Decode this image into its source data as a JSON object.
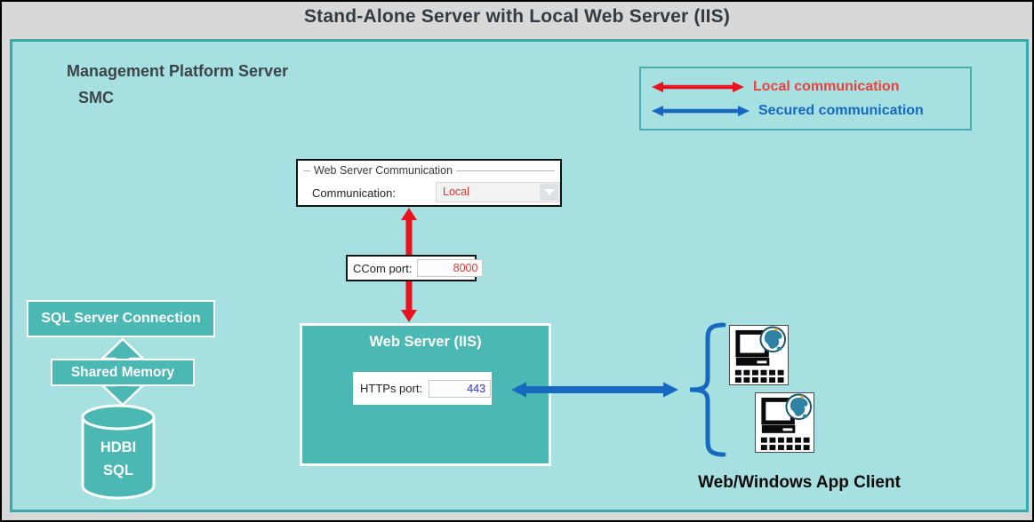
{
  "title": "Stand-Alone Server with Local Web Server (IIS)",
  "platform": {
    "name": "Management Platform Server",
    "subname": "SMC"
  },
  "legend": {
    "local_label": "Local communication",
    "secured_label": "Secured communication"
  },
  "web_server_communication": {
    "group_label": "Web Server Communication",
    "communication_label": "Communication:",
    "communication_value": "Local"
  },
  "ccom": {
    "label": "CCom port:",
    "value": "8000"
  },
  "web_server_iis": {
    "title": "Web Server (IIS)",
    "https_label": "HTTPs port:",
    "https_value": "443"
  },
  "database": {
    "sql_connection_label": "SQL Server Connection",
    "shared_memory_label": "Shared Memory",
    "cylinder_line1": "HDBI",
    "cylinder_line2": "SQL"
  },
  "client": {
    "label": "Web/Windows App Client"
  },
  "colors": {
    "local_red": "#e8322e",
    "secured_blue": "#1668c1",
    "teal_background": "#a6e0e1",
    "teal_dark": "#4bb8b4",
    "teal_border": "#38a9a9",
    "title_gray": "#d8d8d8"
  }
}
